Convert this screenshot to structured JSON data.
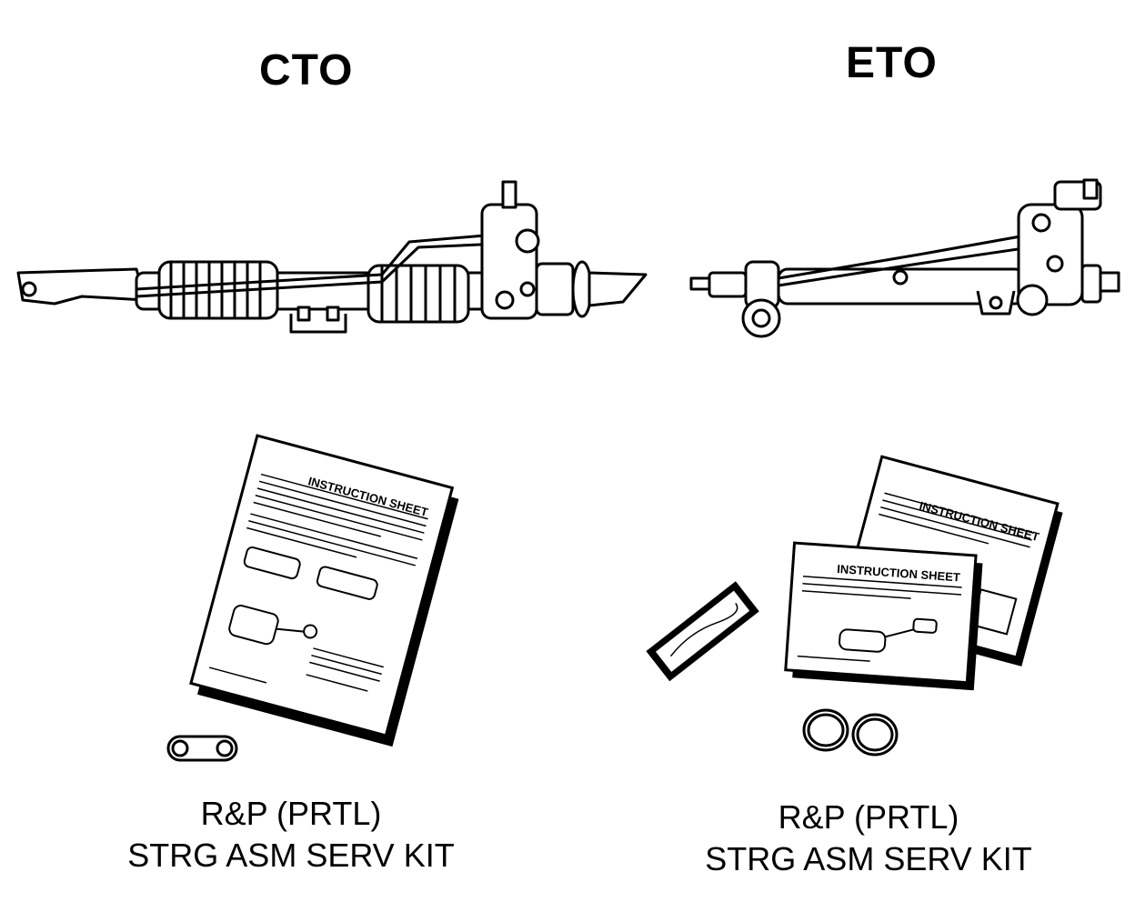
{
  "left": {
    "heading": "CTO",
    "sheet_title": "INSTRUCTION SHEET",
    "caption_line1": "R&P (PRTL)",
    "caption_line2": "STRG ASM SERV KIT"
  },
  "right": {
    "heading": "ETO",
    "sheet_title_back": "INSTRUCTION SHEET",
    "sheet_title_front": "INSTRUCTION SHEET",
    "caption_line1": "R&P (PRTL)",
    "caption_line2": "STRG ASM SERV KIT"
  }
}
